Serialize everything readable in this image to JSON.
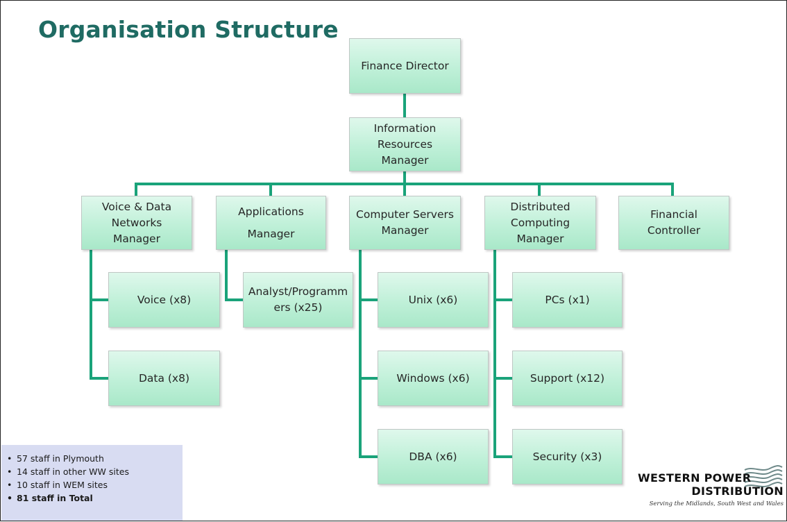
{
  "title": "Organisation Structure",
  "colors": {
    "title": "#1f6b63",
    "connector": "#1aa37a",
    "node_fill": "#bff0d8",
    "stats_bg": "#d8dcf2"
  },
  "nodes": {
    "finance_director": [
      "Finance Director"
    ],
    "irm": [
      "Information",
      "Resources",
      "Manager"
    ],
    "voice_data": [
      "Voice & Data",
      "Networks",
      "Manager"
    ],
    "applications": [
      "Applications",
      "Manager"
    ],
    "computer_servers": [
      "Computer Servers",
      "Manager"
    ],
    "distributed": [
      "Distributed",
      "Computing",
      "Manager"
    ],
    "financial": [
      "Financial",
      "Controller"
    ],
    "voice": [
      "Voice (x8)"
    ],
    "data": [
      "Data (x8)"
    ],
    "analyst": [
      "Analyst/Programm",
      "ers (x25)"
    ],
    "unix": [
      "Unix (x6)"
    ],
    "windows": [
      "Windows (x6)"
    ],
    "dba": [
      "DBA (x6)"
    ],
    "pcs": [
      "PCs (x1)"
    ],
    "support": [
      "Support (x12)"
    ],
    "security": [
      "Security (x3)"
    ]
  },
  "stats": [
    "57 staff in Plymouth",
    "14 staff in other WW sites",
    "10 staff in WEM sites",
    "81 staff in Total"
  ],
  "logo": {
    "line1": "WESTERN POWER",
    "line2": "DISTRIBUTION",
    "tagline": "Serving the Midlands, South West and Wales"
  }
}
